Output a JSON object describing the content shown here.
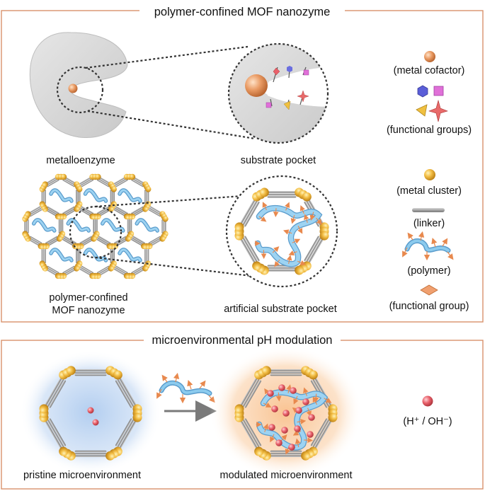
{
  "panel_top": {
    "title": "polymer-confined MOF nanozyme",
    "metalloenzyme_label": "metalloenzyme",
    "substrate_pocket_label": "substrate pocket",
    "mof_label_line1": "polymer-confined",
    "mof_label_line2": "MOF nanozyme",
    "artificial_pocket_label": "artificial substrate pocket",
    "legend": {
      "metal_cofactor": "(metal cofactor)",
      "functional_groups": "(functional groups)",
      "metal_cluster": "(metal cluster)",
      "linker": "(linker)",
      "polymer": "(polymer)",
      "functional_group": "(functional group)"
    }
  },
  "panel_bottom": {
    "title": "microenvironmental pH modulation",
    "pristine_label": "pristine microenvironment",
    "modulated_label": "modulated microenvironment",
    "legend_ions": "(H⁺ / OH⁻)"
  },
  "colors": {
    "frame": "#d9926b",
    "enzyme_gray": "#dadada",
    "linker_gray": "#9a9a9a",
    "cluster_gold": "#f0b43a",
    "polymer_blue": "#6ab8e0",
    "arrow_orange": "#e8894e",
    "ion_red": "#e8606a",
    "cofactor_orange": "#e8935e",
    "glow_blue": "#b8d3f0",
    "glow_orange": "#f8c79a"
  }
}
